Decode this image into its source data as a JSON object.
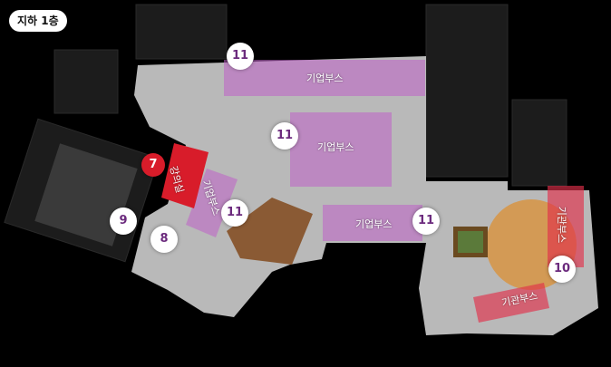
{
  "floor_label": "지하 1층",
  "zones": {
    "corp_top": "기업부스",
    "corp_center": "기업부스",
    "corp_lower": "기업부스",
    "corp_left": "기업부스",
    "org_right": "기관부스",
    "org_bottom": "기관부스",
    "lecture": "강의실"
  },
  "markers": {
    "m7": "7",
    "m8": "8",
    "m9": "9",
    "m10": "10",
    "m11_top": "11",
    "m11_center": "11",
    "m11_left": "11",
    "m11_lower": "11"
  },
  "colors": {
    "corporate_zone": "#c060c8",
    "organization_zone": "#e0304a",
    "marker_highlight": "#d81c2a",
    "marker_text": "#6b2a7d"
  }
}
